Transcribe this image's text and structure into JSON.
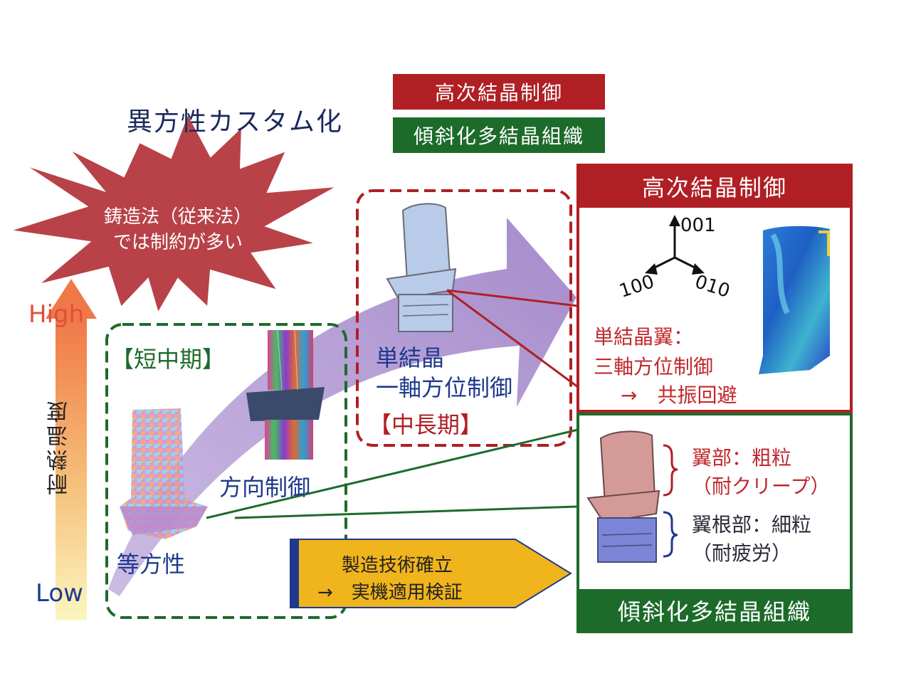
{
  "title": "異方性カスタム化",
  "legend": {
    "red": "高次結晶制御",
    "green": "傾斜化多結晶組織"
  },
  "burst": {
    "line1": "鋳造法（従来法）",
    "line2": "では制約が多い"
  },
  "axis": {
    "label": "耐熱温度",
    "high": "High",
    "low": "Low"
  },
  "stages": {
    "short_term": "【短中期】",
    "isotropic": "等方性",
    "directional": "方向制御",
    "single_crystal_line1": "単結晶",
    "single_crystal_line2": "一軸方位制御",
    "mid_long_term": "【中長期】"
  },
  "manufacturing": {
    "line1": "製造技術確立",
    "line2": "→　実機適用検証"
  },
  "high_order_box": {
    "header": "高次結晶制御",
    "axis_001": "001",
    "axis_100": "100",
    "axis_010": "010",
    "desc_line1": "単結晶翼：",
    "desc_line2": "三軸方位制御",
    "desc_line3": "→　共振回避"
  },
  "graded_box": {
    "header": "傾斜化多結晶組織",
    "wing_line1": "翼部：粗粒",
    "wing_line2": "（耐クリープ）",
    "root_line1": "翼根部：細粒",
    "root_line2": "（耐疲労）"
  },
  "colors": {
    "dark_red": "#b01f24",
    "dark_green": "#1d6b2b",
    "navy": "#1f3a8c",
    "purple_arrow": "#a58cc8",
    "gold": "#f0b41c"
  }
}
